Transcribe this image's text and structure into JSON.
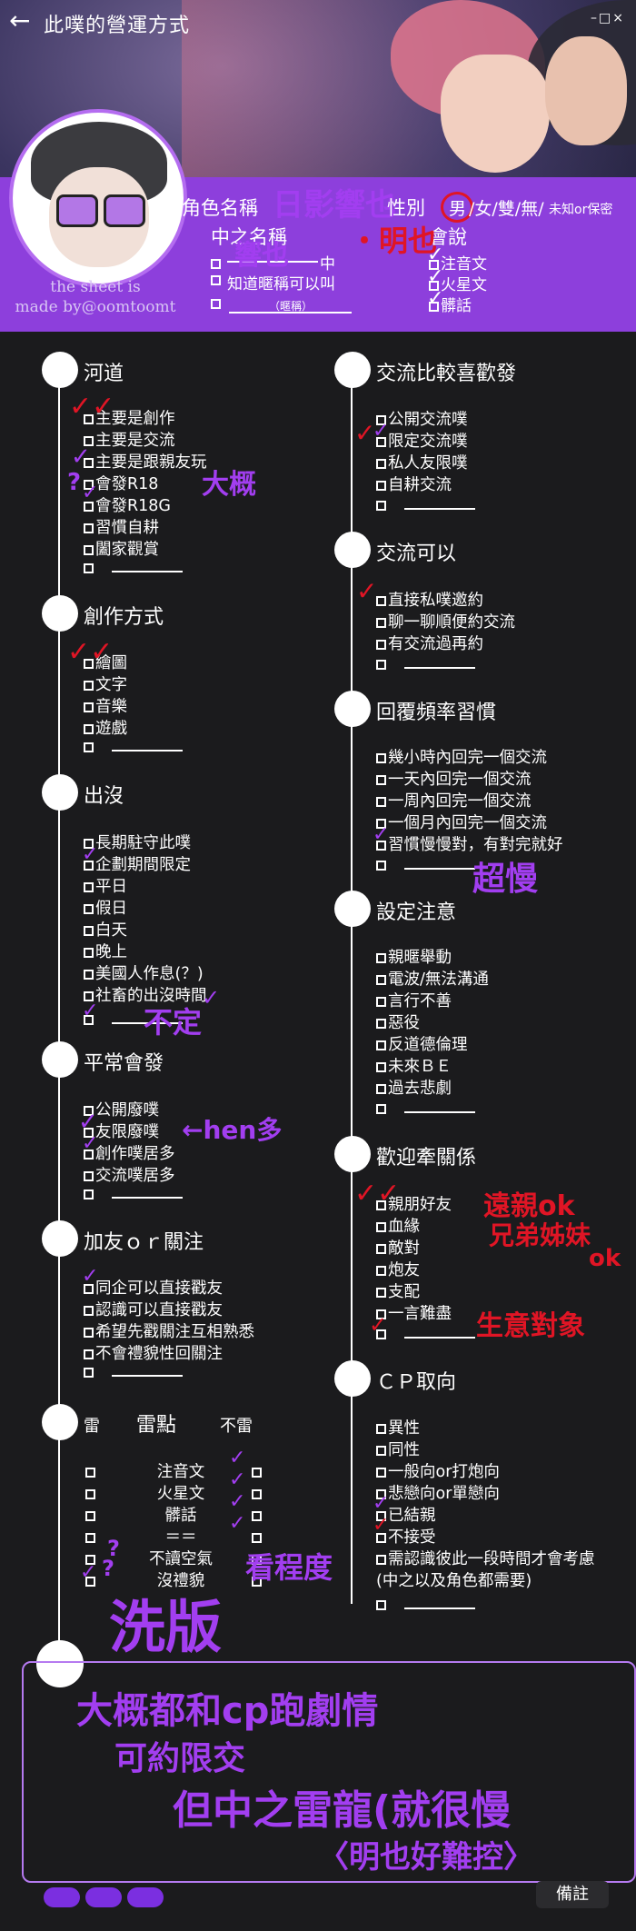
{
  "app": {
    "title": "此噗的營運方式",
    "back_glyph": "←",
    "window_controls": "–□×"
  },
  "credit": {
    "line1": "the sheet is",
    "line2": "made by@oomtoomt"
  },
  "profile": {
    "role_label": "角色名稱",
    "role_value": "日影響也",
    "gender_label": "性別",
    "gender_options": [
      "男",
      "/女/雙/無/",
      "未知or保密"
    ],
    "nakanohito_label": "中之名稱",
    "nakanohito_value": "響也",
    "nakanohito_tag": "中",
    "nakanohito_extra": "・明也",
    "know_nick_label": "知道暱稱可以叫",
    "nick_hint": "（暱稱）",
    "speak_label": "會說",
    "speak_options": [
      "注音文",
      "火星文",
      "髒話"
    ]
  },
  "sections": {
    "river": {
      "title": "河道",
      "items": [
        "主要是創作",
        "主要是交流",
        "主要是跟親友玩",
        "會發R18",
        "會發R18G",
        "習慣自耕",
        "闔家觀賞"
      ]
    },
    "create": {
      "title": "創作方式",
      "items": [
        "繪圖",
        "文字",
        "音樂",
        "遊戲"
      ]
    },
    "appear": {
      "title": "出沒",
      "items": [
        "長期駐守此噗",
        "企劃期間限定",
        "平日",
        "假日",
        "白天",
        "晚上",
        "美國人作息(？)",
        "社畜的出沒時間"
      ]
    },
    "usual": {
      "title": "平常會發",
      "items": [
        "公開廢噗",
        "友限廢噗",
        "創作噗居多",
        "交流噗居多"
      ]
    },
    "follow": {
      "title": "加友ｏｒ關注",
      "items": [
        "同企可以直接戳友",
        "認識可以直接戳友",
        "希望先戳關注互相熟悉",
        "不會禮貌性回關注"
      ]
    },
    "mines": {
      "title": "雷點",
      "col_left": "雷",
      "col_right": "不雷",
      "rows": [
        "注音文",
        "火星文",
        "髒話",
        "＝＝",
        "不讀空氣",
        "沒禮貌"
      ]
    },
    "prefer": {
      "title": "交流比較喜歡發",
      "items": [
        "公開交流噗",
        "限定交流噗",
        "私人友限噗",
        "自耕交流"
      ]
    },
    "can": {
      "title": "交流可以",
      "items": [
        "直接私噗邀約",
        "聊一聊順便約交流",
        "有交流過再約"
      ]
    },
    "reply": {
      "title": "回覆頻率習慣",
      "items": [
        "幾小時內回完一個交流",
        "一天內回完一個交流",
        "一周內回完一個交流",
        "一個月內回完一個交流",
        "習慣慢慢對，有對完就好"
      ]
    },
    "notes": {
      "title": "設定注意",
      "items": [
        "親暱舉動",
        "電波/無法溝通",
        "言行不善",
        "惡役",
        "反道德倫理",
        "未來ＢＥ",
        "過去悲劇"
      ]
    },
    "relation": {
      "title": "歡迎牽關係",
      "items": [
        "親朋好友",
        "血緣",
        "敵對",
        "炮友",
        "支配",
        "一言難盡"
      ]
    },
    "cp": {
      "title": "ＣＰ取向",
      "items": [
        "異性",
        "同性",
        "一般向or打炮向",
        "悲戀向or單戀向",
        "已結親",
        "不接受",
        "需認識彼此一段時間才會考慮"
      ],
      "tail": "(中之以及角色都需要)"
    }
  },
  "handwriting": {
    "maybe": "大概",
    "not_fixed": "不定",
    "hen_duo": "←hen多",
    "super_slow": "超慢",
    "distant_ok": "遠親ok",
    "siblings_ok": "兄弟姊妹",
    "ok": "ok",
    "rival": "生意對象",
    "depends": "看程度",
    "wash": "洗版",
    "question": "?",
    "memo1": "大概都和cp跑劇情",
    "memo2": "可約限交",
    "memo3": "但中之雷龍(就很慢",
    "memo4": "〈明也好難控〉"
  },
  "footer": {
    "memo_button": "備註"
  },
  "colors": {
    "accent": "#8d3fdc",
    "ink_purple": "#a23ef0",
    "ink_red": "#e01525",
    "background": "#1b1b1d"
  }
}
